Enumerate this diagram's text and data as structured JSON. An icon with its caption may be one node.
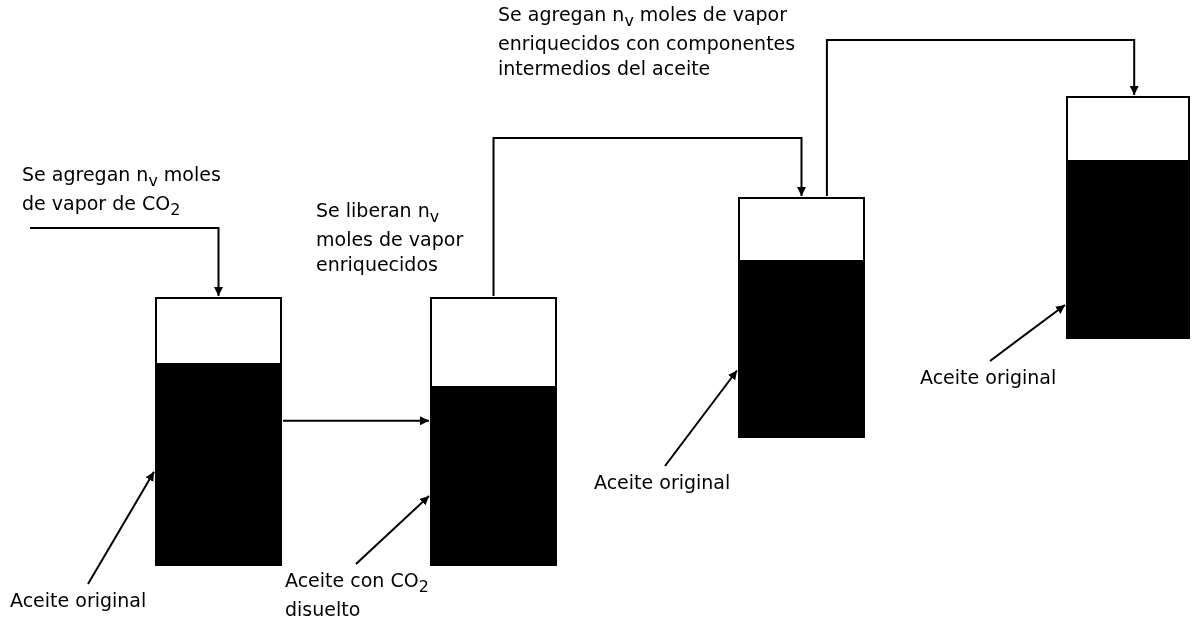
{
  "diagram": {
    "nodes": [
      {
        "text": [],
        "shape": "box"
      },
      {
        "text": [
          "Aceite original"
        ]
      },
      {
        "text": [],
        "shape": "box"
      },
      {
        "text": [
          "Aceite con CO$_{2}$ disuelto"
        ]
      },
      {
        "text": [],
        "shape": "box"
      },
      {
        "text": [
          "Aceite original"
        ]
      },
      {
        "text": [],
        "shape": "box"
      },
      {
        "text": [
          "Aceite original"
        ]
      }
    ],
    "edges": [
      {
        "from": null,
        "to": 0,
        "arrow": "to"
      },
      {
        "from": 0,
        "to": 2,
        "arrow": "to"
      },
      {
        "from": 2,
        "to": 4,
        "arrow": "to"
      },
      {
        "from": 4,
        "to": 6,
        "arrow": "to"
      },
      {
        "from": 1,
        "to": 0,
        "arrow": "to"
      },
      {
        "from": 3,
        "to": 2,
        "arrow": "to"
      },
      {
        "from": 5,
        "to": 4,
        "arrow": "to"
      },
      {
        "from": 7,
        "to": 6,
        "arrow": "to"
      }
    ],
    "labels": [
      "Se agregan n$_{v}$ moles de vapor de CO$_{2}$",
      "Se liberan n$_{v}$ moles de vapor enriquecidos",
      "Se agregan n$_{v}$ moles de vapor enriquecidos con componentes intermedios del aceite"
    ]
  }
}
